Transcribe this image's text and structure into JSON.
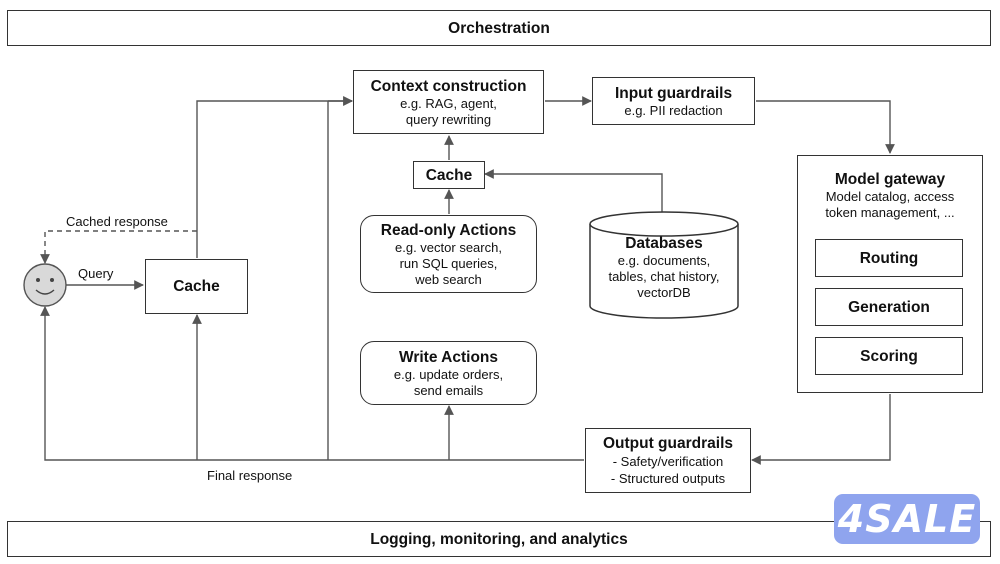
{
  "orchestration": "Orchestration",
  "logging": "Logging, monitoring, and analytics",
  "context": {
    "title": "Context construction",
    "lines": [
      "e.g. RAG, agent,",
      "query rewriting"
    ]
  },
  "input_guardrails": {
    "title": "Input guardrails",
    "lines": [
      "e.g. PII redaction"
    ]
  },
  "model_gateway": {
    "title": "Model gateway",
    "lines": [
      "Model catalog, access",
      "token management, ..."
    ],
    "items": [
      "Routing",
      "Generation",
      "Scoring"
    ]
  },
  "cache_top": "Cache",
  "cache_left": "Cache",
  "read_actions": {
    "title": "Read-only Actions",
    "lines": [
      "e.g. vector search,",
      "run SQL queries,",
      "web search"
    ]
  },
  "databases": {
    "title": "Databases",
    "lines": [
      "e.g. documents,",
      "tables, chat history,",
      "vectorDB"
    ]
  },
  "write_actions": {
    "title": "Write Actions",
    "lines": [
      "e.g. update orders,",
      "send emails"
    ]
  },
  "output_guardrails": {
    "title": "Output guardrails",
    "lines": [
      "- Safety/verification",
      "- Structured outputs"
    ]
  },
  "labels": {
    "cached_response": "Cached response",
    "query": "Query",
    "final_response": "Final response"
  },
  "watermark": "4SALE",
  "colors": {
    "line": "#555555",
    "border": "#333333",
    "user_face": "#d9d9d9",
    "watermark": "#8fa4ee"
  }
}
